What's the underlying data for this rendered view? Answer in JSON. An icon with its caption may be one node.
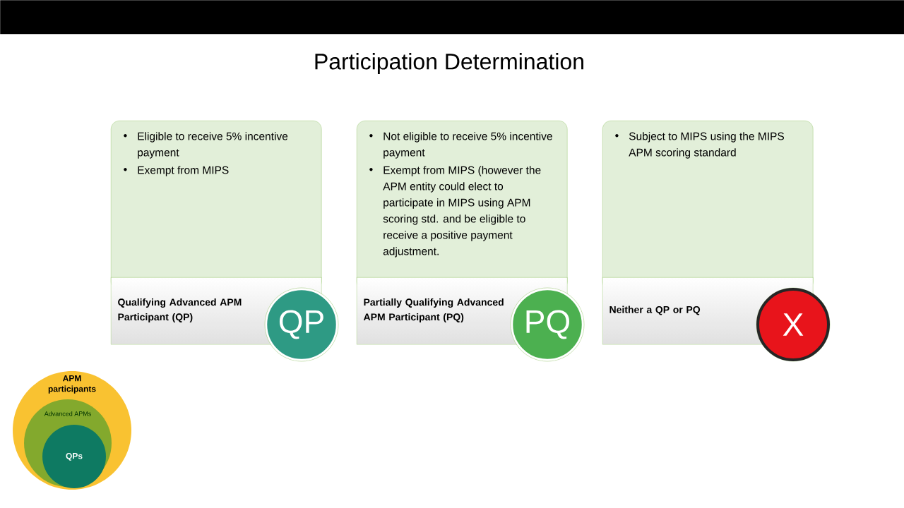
{
  "diagram": {
    "title": "Participation Determination",
    "nodes": [
      {
        "text": [
          "Eligible to receive 5% incentive payment",
          "Exempt from MIPS"
        ]
      },
      {
        "text": [
          "Qualifying Advanced APM Participant (QP)"
        ]
      },
      {
        "text": [
          "QP"
        ]
      },
      {
        "text": [
          "Not eligible to receive 5% incentive payment",
          "Exempt from MIPS (however the APM entity could elect to participate in MIPS using APM scoring std. and be eligible to receive a positive payment adjustment."
        ]
      },
      {
        "text": [
          "Partially Qualifying Advanced APM Participant (PQ)"
        ]
      },
      {
        "text": [
          "PQ"
        ]
      },
      {
        "text": [
          "Subject to MIPS using the MIPS APM scoring standard"
        ]
      },
      {
        "text": [
          "Neither a QP or PQ"
        ]
      },
      {
        "text": [
          "X"
        ]
      },
      {
        "text": [
          "APM participants"
        ]
      },
      {
        "text": [
          "Advanced APMs"
        ],
        "in": 9
      },
      {
        "text": [
          "QPs"
        ],
        "in": 10
      },
      {
        "text": [],
        "shape": "bar"
      }
    ]
  }
}
